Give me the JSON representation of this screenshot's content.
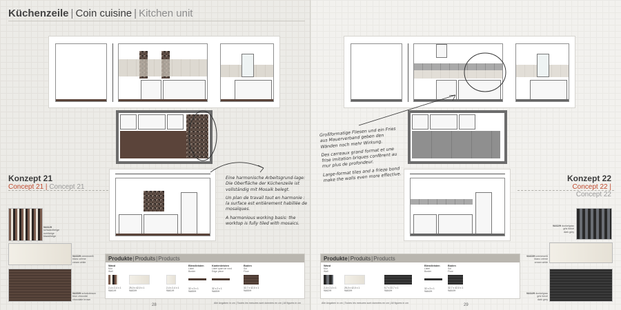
{
  "header": {
    "title_de": "Küchenzeile",
    "title_fr": "Coin cuisine",
    "title_en": "Kitchen unit",
    "separator": "|"
  },
  "left": {
    "concept_main": "Konzept 21",
    "concept_sub_1": "Concept 21",
    "concept_sub_2": "Concept 21",
    "handnote": [
      "Eine harmonische Arbeitsgrund-lage: Die Oberfläche der Küchenzeile ist vollständig mit Mosaik belegt.",
      "Un plan de travail tout en harmonie : la surface est entièrement habillée de mosaïques.",
      "A harmonious working basis: the worktop is fully tiled with mosaics."
    ],
    "swatches": [
      {
        "code": "9A61/H",
        "lines": [
          "schwarz/beige",
          "noir/beige",
          "black/beige"
        ]
      },
      {
        "code": "9A63/H",
        "lines": [
          "cremeweiß",
          "blanc crème",
          "cream white"
        ]
      },
      {
        "code": "9A65/H",
        "lines": [
          "schokobraun",
          "brun chocolat",
          "chocolate brown"
        ]
      }
    ],
    "products_head": {
      "de": "Produkte",
      "fr": "Produits",
      "en": "Products"
    },
    "products": [
      {
        "name": "Wand",
        "type": [
          "Mur",
          "Wall"
        ],
        "spec": [
          "2,4 x 2,4 x 1",
          "9A61/H"
        ],
        "sw": "sw-mosaic-mix"
      },
      {
        "name": "",
        "type": [
          "",
          ""
        ],
        "spec": [
          "25,0 x 42,0 x 1",
          "9A63/H"
        ],
        "sw": "sw-cream"
      },
      {
        "name": "",
        "type": [
          "",
          ""
        ],
        "spec": [
          "2,4 x 2,4 x 1",
          "9A61/H"
        ],
        "sw": "sw-cream"
      },
      {
        "name": "Blendleisten",
        "type": [
          "Listel",
          "Border"
        ],
        "spec": [
          "32 x 3 x 1",
          "9A65/H"
        ],
        "sw": "sw-brown"
      },
      {
        "name": "Kantenleisten",
        "type": [
          "Listel quart de rond",
          "Edge piece"
        ],
        "spec": [
          "32 x 2 x 1",
          "9A65/H"
        ],
        "sw": "sw-brown"
      },
      {
        "name": "Boden",
        "type": [
          "Sol",
          "Floor"
        ],
        "spec": [
          "32,7 x 42,0 x 1",
          "9A65/H"
        ],
        "sw": "sw-brown"
      }
    ],
    "footer_note": "Alle Angaben in cm | Toutes les mesures sont données en cm | All figures in cm",
    "page_num": "28"
  },
  "right": {
    "concept_main": "Konzept 22",
    "concept_sub_1": "Concept 22",
    "concept_sub_2": "Concept 22",
    "handnote": [
      "Großformatige Fliesen und ein Fries aus Mauerverband geben den Wänden noch mehr Wirkung.",
      "Des carreaux grand format et une frise imitation briques confèrent au mur plus de profondeur.",
      "Large-format tiles and a frieze bond make the walls even more effective."
    ],
    "swatches": [
      {
        "code": "9A62/H",
        "lines": [
          "dunkelgrau",
          "gris foncé",
          "dark grey"
        ]
      },
      {
        "code": "9A63/H",
        "lines": [
          "cremeweiß",
          "blanc crème",
          "cream white"
        ]
      },
      {
        "code": "9A64/H",
        "lines": [
          "dunkelgrau",
          "gris foncé",
          "dark grey"
        ]
      }
    ],
    "products_head": {
      "de": "Produkte",
      "fr": "Produits",
      "en": "Products"
    },
    "products": [
      {
        "name": "Wand",
        "type": [
          "Mur",
          "Wall"
        ],
        "spec": [
          "2,4 x 2,4 x 1",
          "9A62/H"
        ],
        "sw": "sw-mosaic-dark"
      },
      {
        "name": "",
        "type": [
          "",
          ""
        ],
        "spec": [
          "25,0 x 42,0 x 1",
          "9A63/H"
        ],
        "sw": "sw-cream"
      },
      {
        "name": "",
        "type": [
          "",
          ""
        ],
        "spec": [
          "5,7 x 22,7 x 1",
          "9A64/H"
        ],
        "sw": "sw-charcoal"
      },
      {
        "name": "Blendleisten",
        "type": [
          "Listel",
          "Border"
        ],
        "spec": [
          "32 x 3 x 1",
          "9A64/H"
        ],
        "sw": "sw-charcoal"
      },
      {
        "name": "Boden",
        "type": [
          "Sol",
          "Floor"
        ],
        "spec": [
          "32,7 x 42,0 x 1",
          "9A64/H"
        ],
        "sw": "sw-charcoal"
      }
    ],
    "footer_note": "Alle Angaben in cm | Toutes les mesures sont données en cm | All figures in cm",
    "page_num": "29"
  }
}
